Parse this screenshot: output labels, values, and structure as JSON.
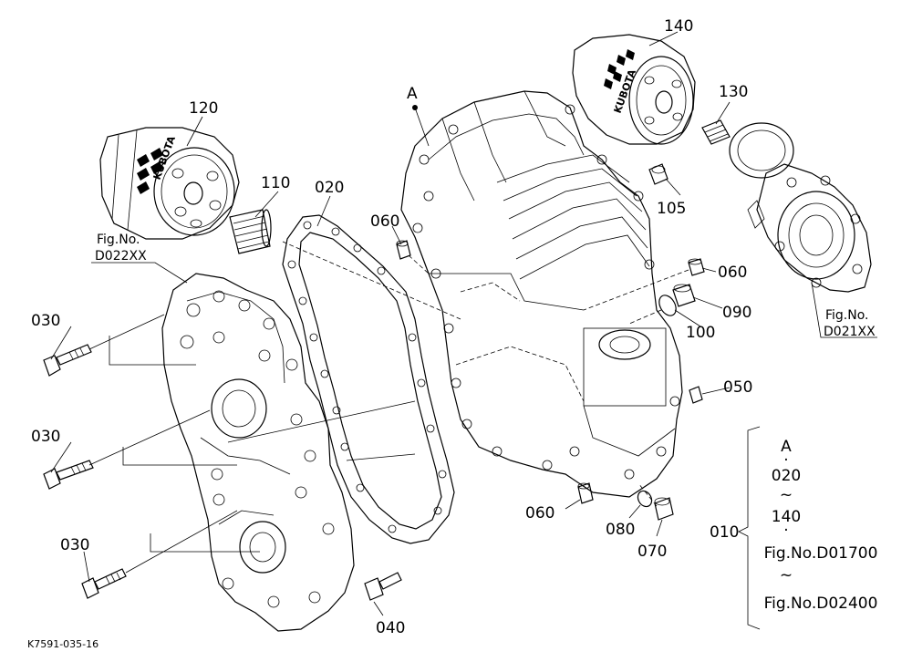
{
  "callouts": {
    "p010": "010",
    "p020": "020",
    "p030a": "030",
    "p030b": "030",
    "p030c": "030",
    "p040": "040",
    "p050": "050",
    "p060a": "060",
    "p060b": "060",
    "p060c": "060",
    "p070": "070",
    "p080": "080",
    "p090": "090",
    "p100": "100",
    "p105": "105",
    "p110": "110",
    "p120": "120",
    "p130": "130",
    "p140": "140",
    "pointA": "A"
  },
  "figrefs": {
    "left_line1": "Fig.No.",
    "left_line2": "D022XX",
    "right_line1": "Fig.No.",
    "right_line2": "D021XX"
  },
  "assembly": {
    "line1": "A",
    "dot1": "·",
    "line2": "020",
    "tilde1": "~",
    "line3": "140",
    "dot2": "·",
    "line4": "Fig.No.D01700",
    "tilde2": "~",
    "line5": "Fig.No.D02400"
  },
  "filter_brand": "KUBOTA",
  "drawing_id": "K7591-035-16"
}
